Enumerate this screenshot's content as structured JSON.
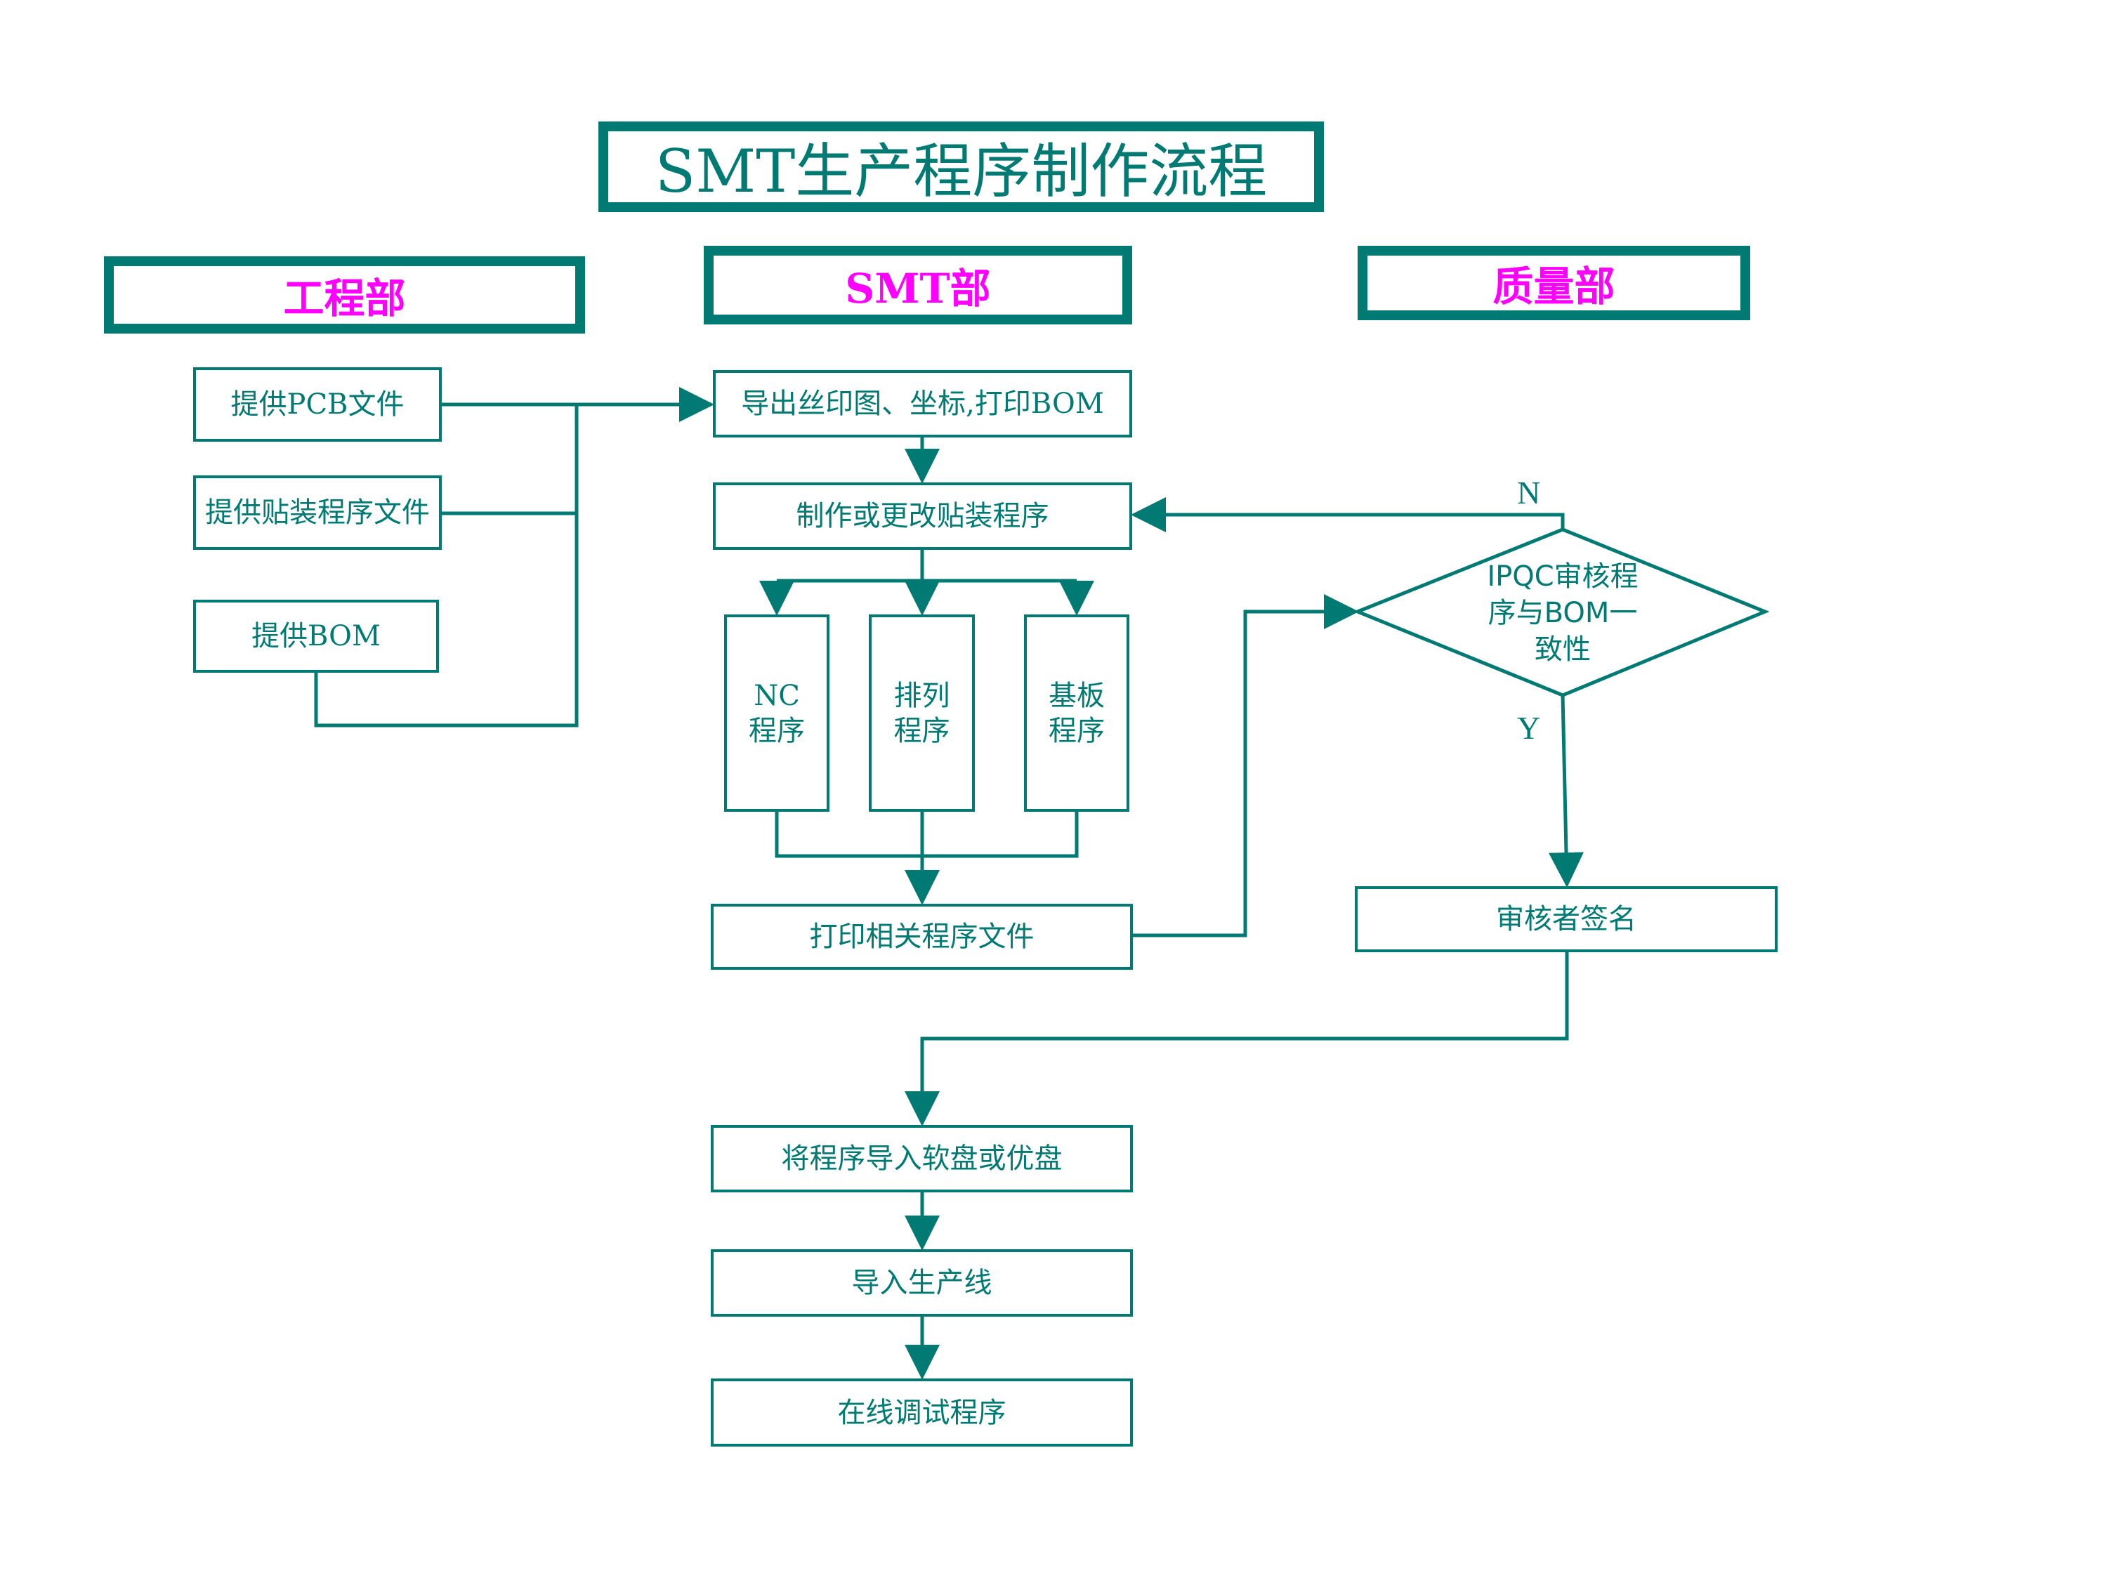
{
  "title": "SMT生产程序制作流程",
  "colors": {
    "accent": "#007A73",
    "department_text": "#FF00FF",
    "background": "#FFFFFF"
  },
  "departments": {
    "engineering": "工程部",
    "smt": "SMT部",
    "quality": "质量部"
  },
  "engineering_steps": {
    "pcb": "提供PCB文件",
    "placement_file": "提供贴装程序文件",
    "bom": "提供BOM"
  },
  "smt_steps": {
    "export": "导出丝印图、坐标,打印BOM",
    "make_program": "制作或更改贴装程序",
    "nc_program": "NC\n程序",
    "arrange_program": "排列\n程序",
    "board_program": "基板\n程序",
    "print_files": "打印相关程序文件",
    "to_disk": "将程序导入软盘或优盘",
    "to_line": "导入生产线",
    "online_debug": "在线调试程序"
  },
  "quality_steps": {
    "decision": "IPQC审核程\n序与BOM一\n致性",
    "decision_no": "N",
    "decision_yes": "Y",
    "signature": "审核者签名"
  }
}
